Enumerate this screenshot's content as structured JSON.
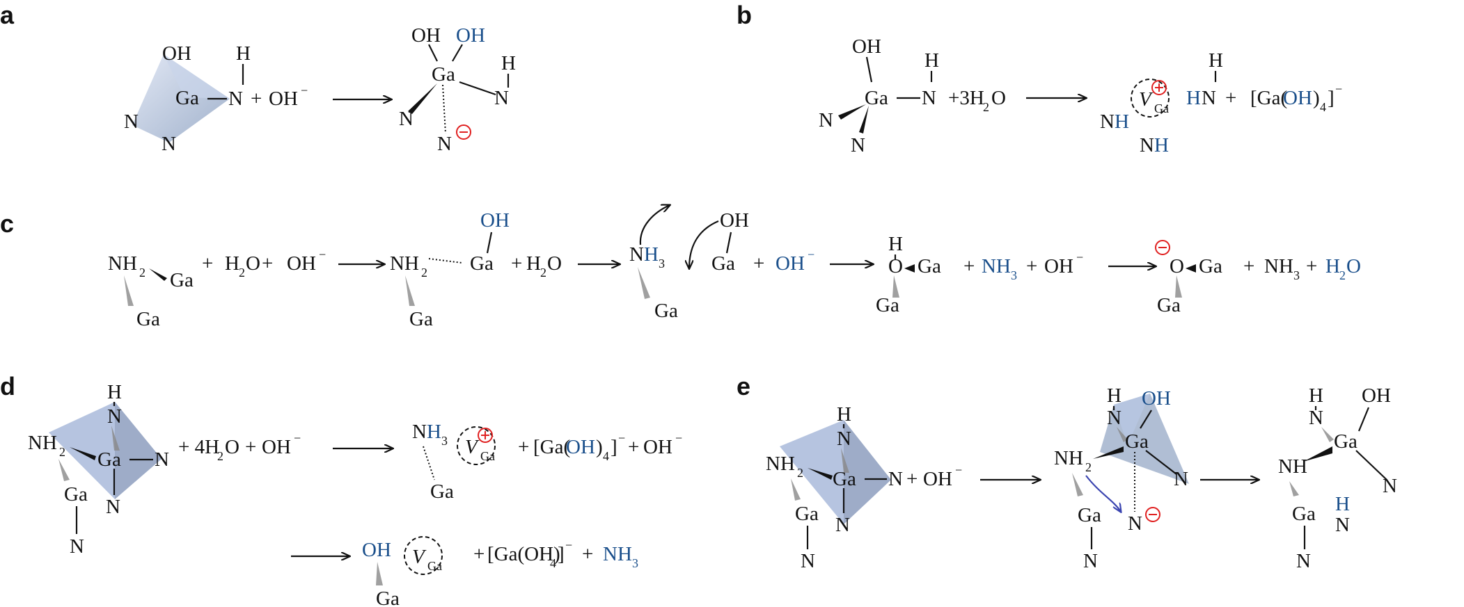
{
  "panel_labels": [
    "a",
    "b",
    "c",
    "d",
    "e"
  ],
  "colors": {
    "text": "#111111",
    "blue": "#1a4f8b",
    "red": "#e02020",
    "poly_light": "#b9c7e6",
    "poly_dark": "#8fa3c2"
  },
  "labels": {
    "OH": "OH",
    "H": "H",
    "Ga": "Ga",
    "N": "N",
    "NH": "NH",
    "HN": "HN",
    "NH2": "NH",
    "NH3": "NH",
    "sub2": "2",
    "sub3": "3",
    "sub4": "4",
    "O": "O",
    "V": "V",
    "sub_Ga": "Ga",
    "plus": "+",
    "minus": "−",
    "ohm": "OH",
    "h2o": "H",
    "o": "O",
    "ga_oh4_open": "[Ga(",
    "ga_oh4_oh": "OH",
    "ga_oh4_close": ")",
    "ga_oh4_bracket": "]",
    "ga_oh4_plain": "[Ga(OH)",
    "three_h2o": "+3H",
    "four_h2o": "+ 4H"
  }
}
